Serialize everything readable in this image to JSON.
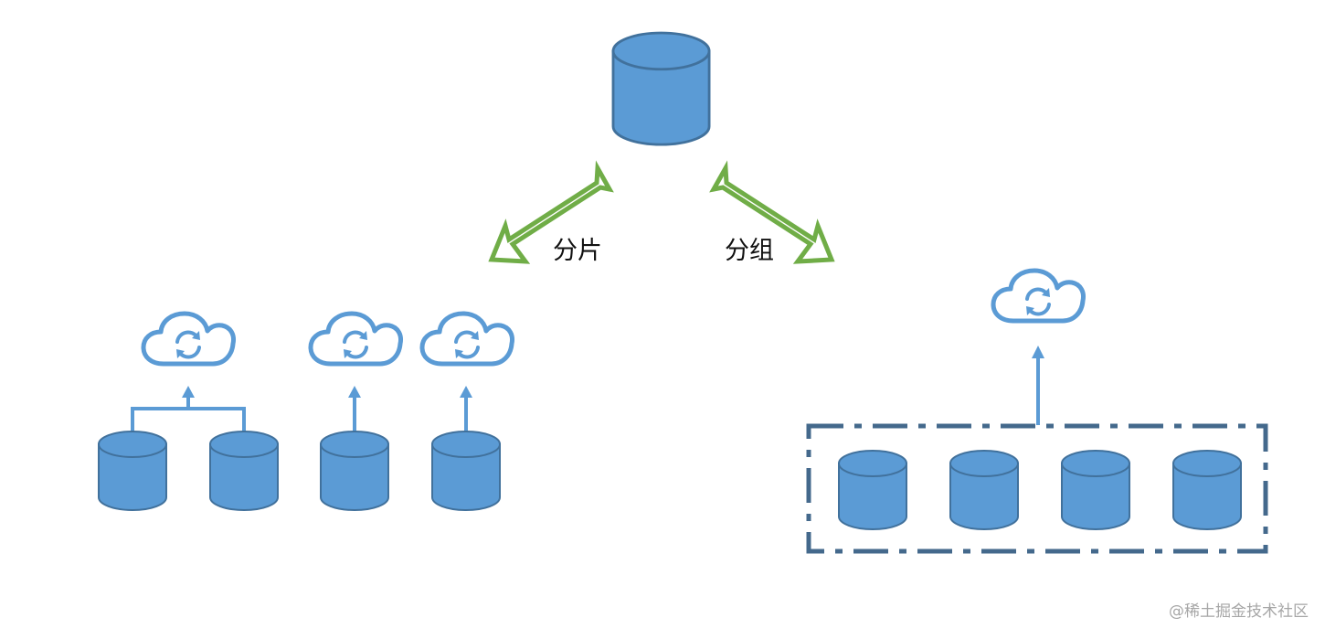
{
  "labels": {
    "shard": "分片",
    "group": "分组"
  },
  "watermark": "@稀土掘金技术社区",
  "colors": {
    "cylinder_fill": "#5b9bd5",
    "cylinder_stroke": "#41719c",
    "arrow_fill": "#ffffff",
    "arrow_stroke": "#70ad47",
    "cloud_stroke": "#5b9bd5",
    "connector": "#5b9bd5",
    "group_border": "#44698c"
  }
}
